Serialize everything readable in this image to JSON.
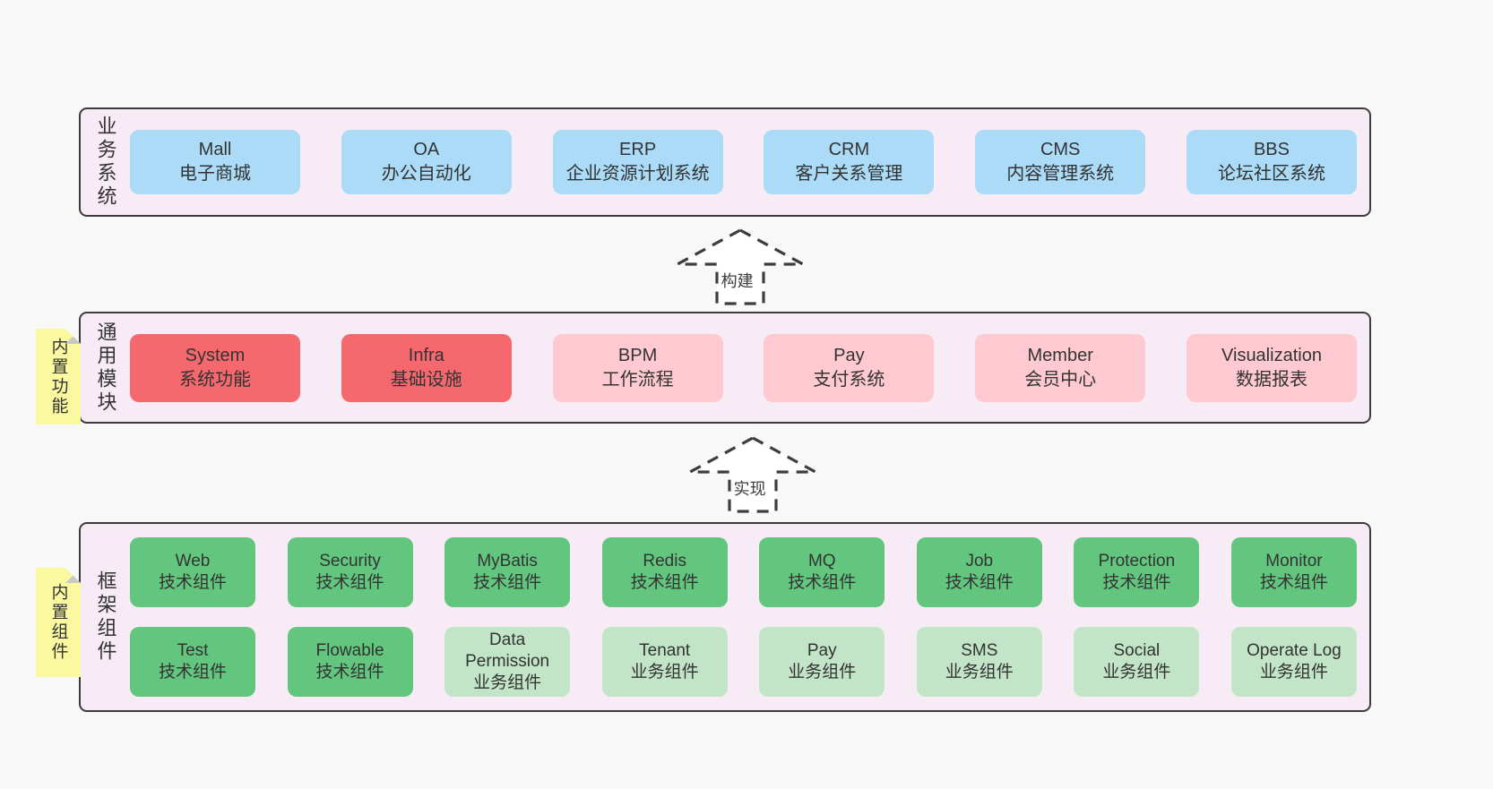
{
  "layers": [
    {
      "label": "业务系统",
      "boxes": [
        {
          "title": "Mall",
          "subtitle": "电子商城"
        },
        {
          "title": "OA",
          "subtitle": "办公自动化"
        },
        {
          "title": "ERP",
          "subtitle": "企业资源计划系统"
        },
        {
          "title": "CRM",
          "subtitle": "客户关系管理"
        },
        {
          "title": "CMS",
          "subtitle": "内容管理系统"
        },
        {
          "title": "BBS",
          "subtitle": "论坛社区系统"
        }
      ]
    },
    {
      "label": "通用模块",
      "boxes": [
        {
          "title": "System",
          "subtitle": "系统功能"
        },
        {
          "title": "Infra",
          "subtitle": "基础设施"
        },
        {
          "title": "BPM",
          "subtitle": "工作流程"
        },
        {
          "title": "Pay",
          "subtitle": "支付系统"
        },
        {
          "title": "Member",
          "subtitle": "会员中心"
        },
        {
          "title": "Visualization",
          "subtitle": "数据报表"
        }
      ]
    },
    {
      "label": "框架组件",
      "boxes": [
        {
          "title": "Web",
          "subtitle": "技术组件"
        },
        {
          "title": "Security",
          "subtitle": "技术组件"
        },
        {
          "title": "MyBatis",
          "subtitle": "技术组件"
        },
        {
          "title": "Redis",
          "subtitle": "技术组件"
        },
        {
          "title": "MQ",
          "subtitle": "技术组件"
        },
        {
          "title": "Job",
          "subtitle": "技术组件"
        },
        {
          "title": "Protection",
          "subtitle": "技术组件"
        },
        {
          "title": "Monitor",
          "subtitle": "技术组件"
        },
        {
          "title": "Test",
          "subtitle": "技术组件"
        },
        {
          "title": "Flowable",
          "subtitle": "技术组件"
        },
        {
          "title": "Data Permission",
          "subtitle": "业务组件"
        },
        {
          "title": "Tenant",
          "subtitle": "业务组件"
        },
        {
          "title": "Pay",
          "subtitle": "业务组件"
        },
        {
          "title": "SMS",
          "subtitle": "业务组件"
        },
        {
          "title": "Social",
          "subtitle": "业务组件"
        },
        {
          "title": "Operate Log",
          "subtitle": "业务组件"
        }
      ]
    }
  ],
  "arrows": [
    {
      "label": "构建"
    },
    {
      "label": "实现"
    }
  ],
  "notes": [
    {
      "text": "内置功能"
    },
    {
      "text": "内置组件"
    }
  ],
  "colors": {
    "page_bg": "#f8f8f8",
    "container_bg": "#f7ecf5",
    "container_border": "#3c3c3c",
    "blue_box": "#abdbf6",
    "red_box": "#f5686d",
    "pink_box": "#ffc9d2",
    "green_box": "#63c67e",
    "light_green_box": "#c1e5c6",
    "note_yellow": "#fbf99f",
    "note_fold_gray": "#c9c9c9",
    "text": "#333333"
  }
}
